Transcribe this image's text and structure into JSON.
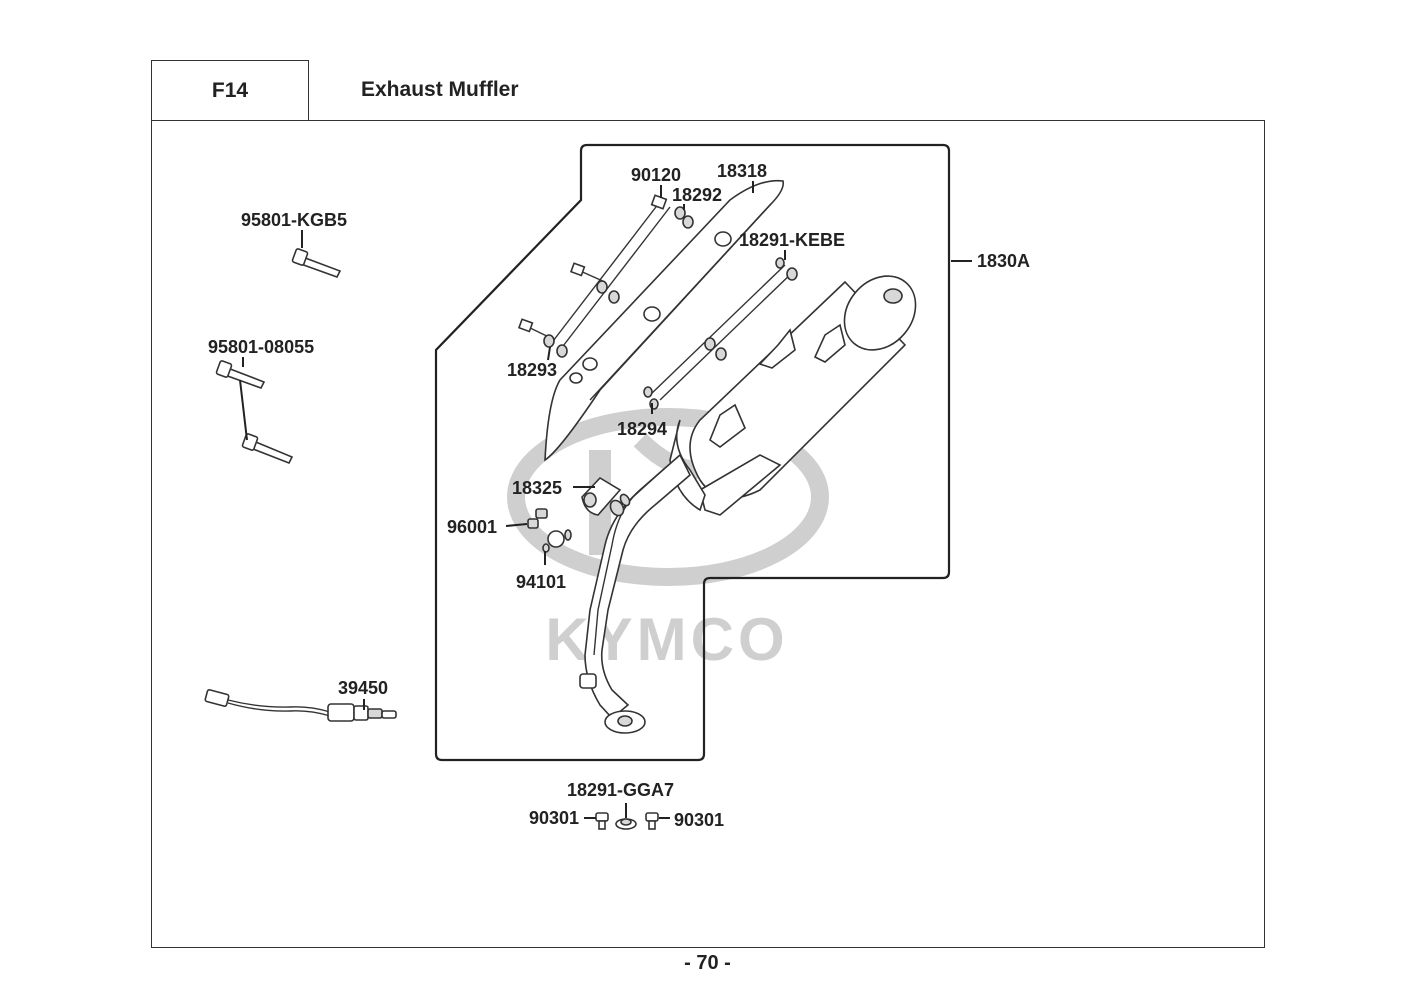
{
  "header": {
    "section_code": "F14",
    "title": "Exhaust Muffler"
  },
  "page_number": "- 70 -",
  "watermark": {
    "brand": "KYMCO"
  },
  "parts": {
    "bolt_kgb5": "95801-KGB5",
    "bolt_08055": "95801-08055",
    "o2_sensor": "39450",
    "bolt_90120": "90120",
    "heat_shield": "18318",
    "washer_18292": "18292",
    "collar_kebe": "18291-KEBE",
    "muffler_assy": "1830A",
    "washer_18293": "18293",
    "washer_18294": "18294",
    "bracket_18325": "18325",
    "nut_96001": "96001",
    "stud_94101": "94101",
    "gasket_gga7": "18291-GGA7",
    "clip_left": "90301",
    "clip_right": "90301"
  }
}
